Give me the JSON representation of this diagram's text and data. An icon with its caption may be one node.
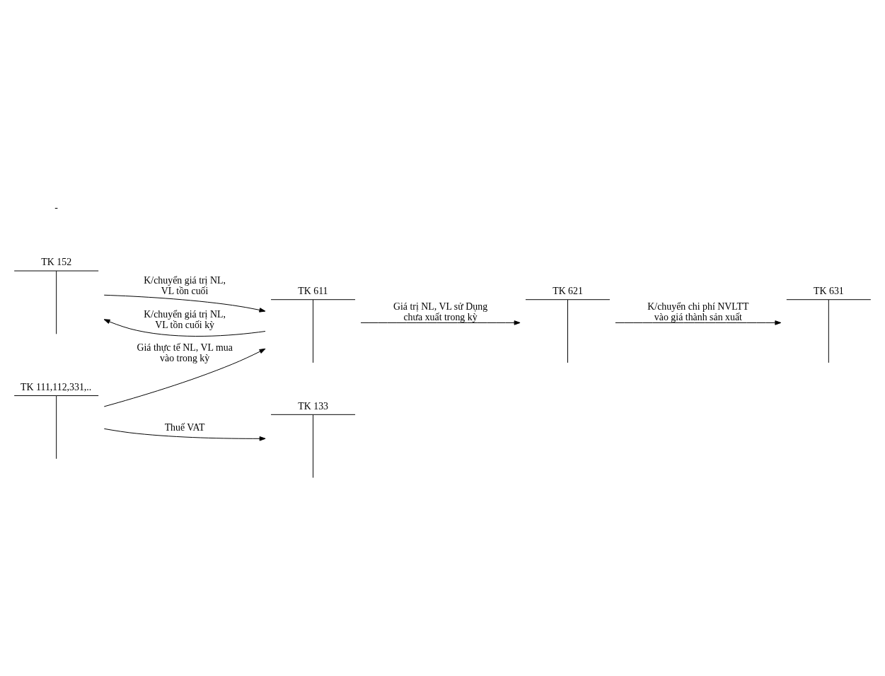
{
  "diagram": {
    "nodes": [
      {
        "text": [
          "TK 152"
        ]
      },
      {
        "text": [
          "TK 611"
        ]
      },
      {
        "text": [
          "TK 621"
        ]
      },
      {
        "text": [
          "TK 631"
        ]
      },
      {
        "text": [
          "TK 111,112,331,.."
        ]
      },
      {
        "text": [
          "TK 133"
        ]
      }
    ],
    "edges": [
      {
        "from": 1,
        "to": 0,
        "arrow": "to",
        "label": "K/chuyển giá trị NL, VL tồn cuối kỳ"
      },
      {
        "from": 0,
        "to": 1,
        "arrow": "to",
        "label": "K/chuyển giá trị NL, VL tồn cuối"
      },
      {
        "from": 1,
        "to": 2,
        "arrow": "to",
        "label": "Giá trị NL, VL sử Dụng chưa xuất trong kỳ"
      },
      {
        "from": 2,
        "to": 3,
        "arrow": "to",
        "label": "K/chuyển chi phí NVLTT vào giá thành sản xuất"
      },
      {
        "from": 4,
        "to": 1,
        "arrow": "to",
        "label": "Giá thực tế NL, VL mua vào trong kỳ"
      },
      {
        "from": 4,
        "to": 5,
        "arrow": "to",
        "label": "Thuế VAT"
      }
    ],
    "labels": [
      "-"
    ]
  }
}
